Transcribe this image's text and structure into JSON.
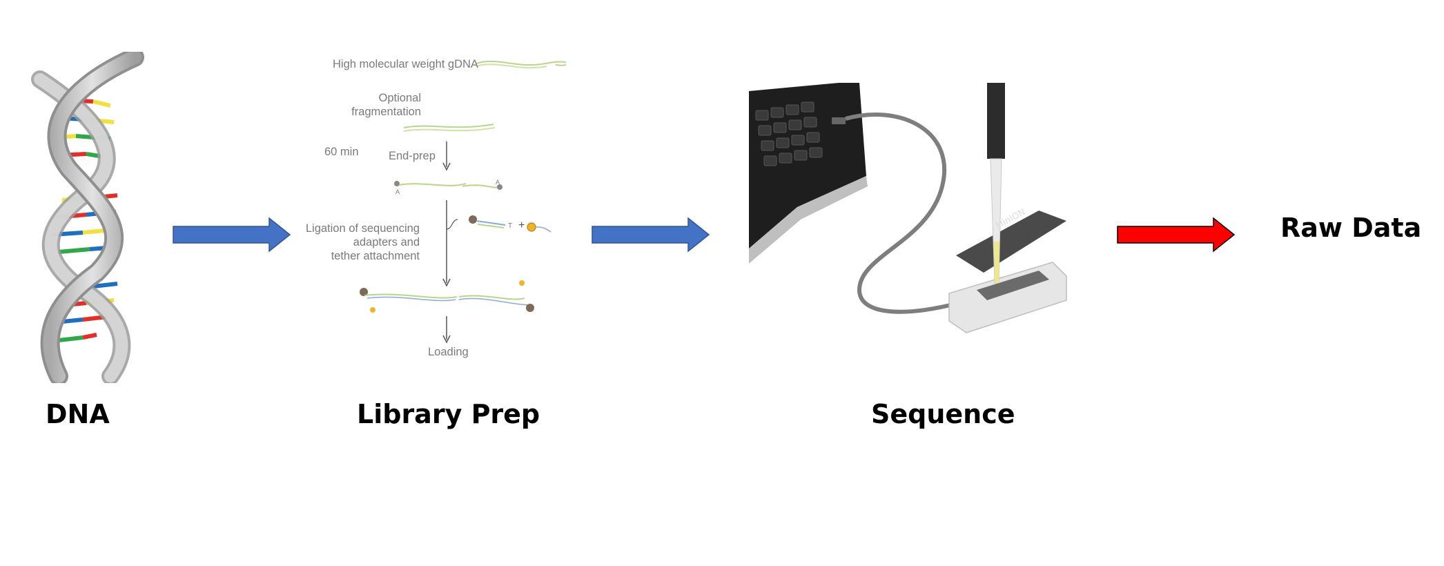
{
  "stages": {
    "dna": {
      "label": "DNA"
    },
    "library_prep": {
      "label": "Library Prep"
    },
    "sequence": {
      "label": "Sequence"
    },
    "raw_data": {
      "label": "Raw Data"
    }
  },
  "library_prep_figure": {
    "hmw": "High molecular weight gDNA",
    "frag_line1": "Optional",
    "frag_line2": "fragmentation",
    "time": "60 min",
    "endprep": "End-prep",
    "lig_line1": "Ligation of sequencing",
    "lig_line2": "adapters and",
    "lig_line3": "tether attachment",
    "loading": "Loading",
    "marker_a": "A",
    "marker_t": "T",
    "plus": "+"
  },
  "device": {
    "brand": "MinION"
  },
  "colors": {
    "process_arrow": "#4472C4",
    "final_arrow": "#FF0000",
    "base_red": "#e0302a",
    "base_yellow": "#f0e040",
    "base_blue": "#1e6fc0",
    "base_green": "#2fa84a"
  }
}
